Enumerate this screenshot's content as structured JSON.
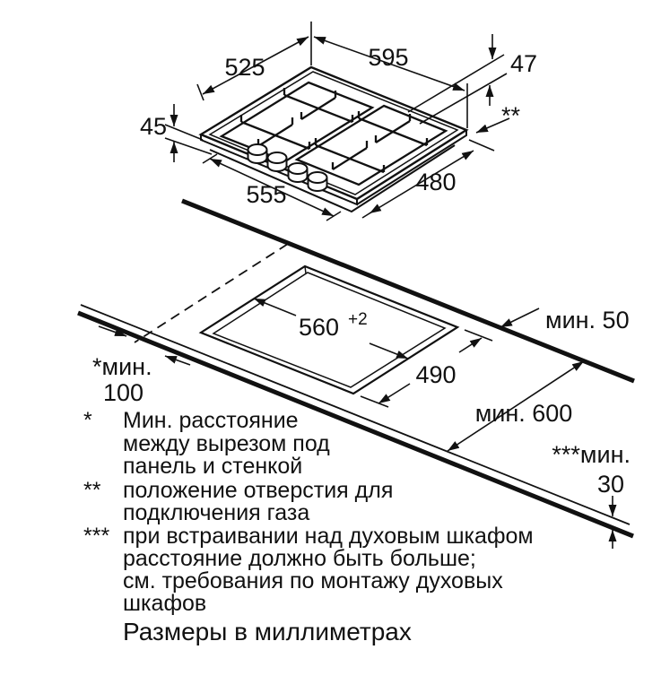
{
  "title_hint": "Gas hob installation dimensions",
  "hob": {
    "dim_top_depth": "525",
    "dim_top_width": "595",
    "dim_gas_offset": "47",
    "dim_front_height": "45",
    "dim_body_front": "555",
    "dim_body_side": "480",
    "gas_marker": "**"
  },
  "cutout": {
    "dim_width": "560",
    "dim_width_tolerance": "+2",
    "dim_depth": "490",
    "min_back_clearance": "мин. 50",
    "min_side_clearance_line1": "*мин.",
    "min_side_clearance_line2": "100",
    "min_worktop_depth": "мин. 600",
    "min_oven_clearance_line1": "***мин.",
    "min_oven_clearance_line2": "30"
  },
  "notes": [
    {
      "marker": "*",
      "lines": [
        "Мин. расстояние",
        "между вырезом под",
        "панель и стенкой"
      ]
    },
    {
      "marker": "**",
      "lines": [
        "положение отверстия для",
        "подключения газа"
      ]
    },
    {
      "marker": "***",
      "lines": [
        "при встраивании над духовым шкафом",
        "расстояние должно быть больше;",
        "см. требования по монтажу духовых",
        "шкафов"
      ]
    }
  ],
  "footer": "Размеры в миллиметрах"
}
